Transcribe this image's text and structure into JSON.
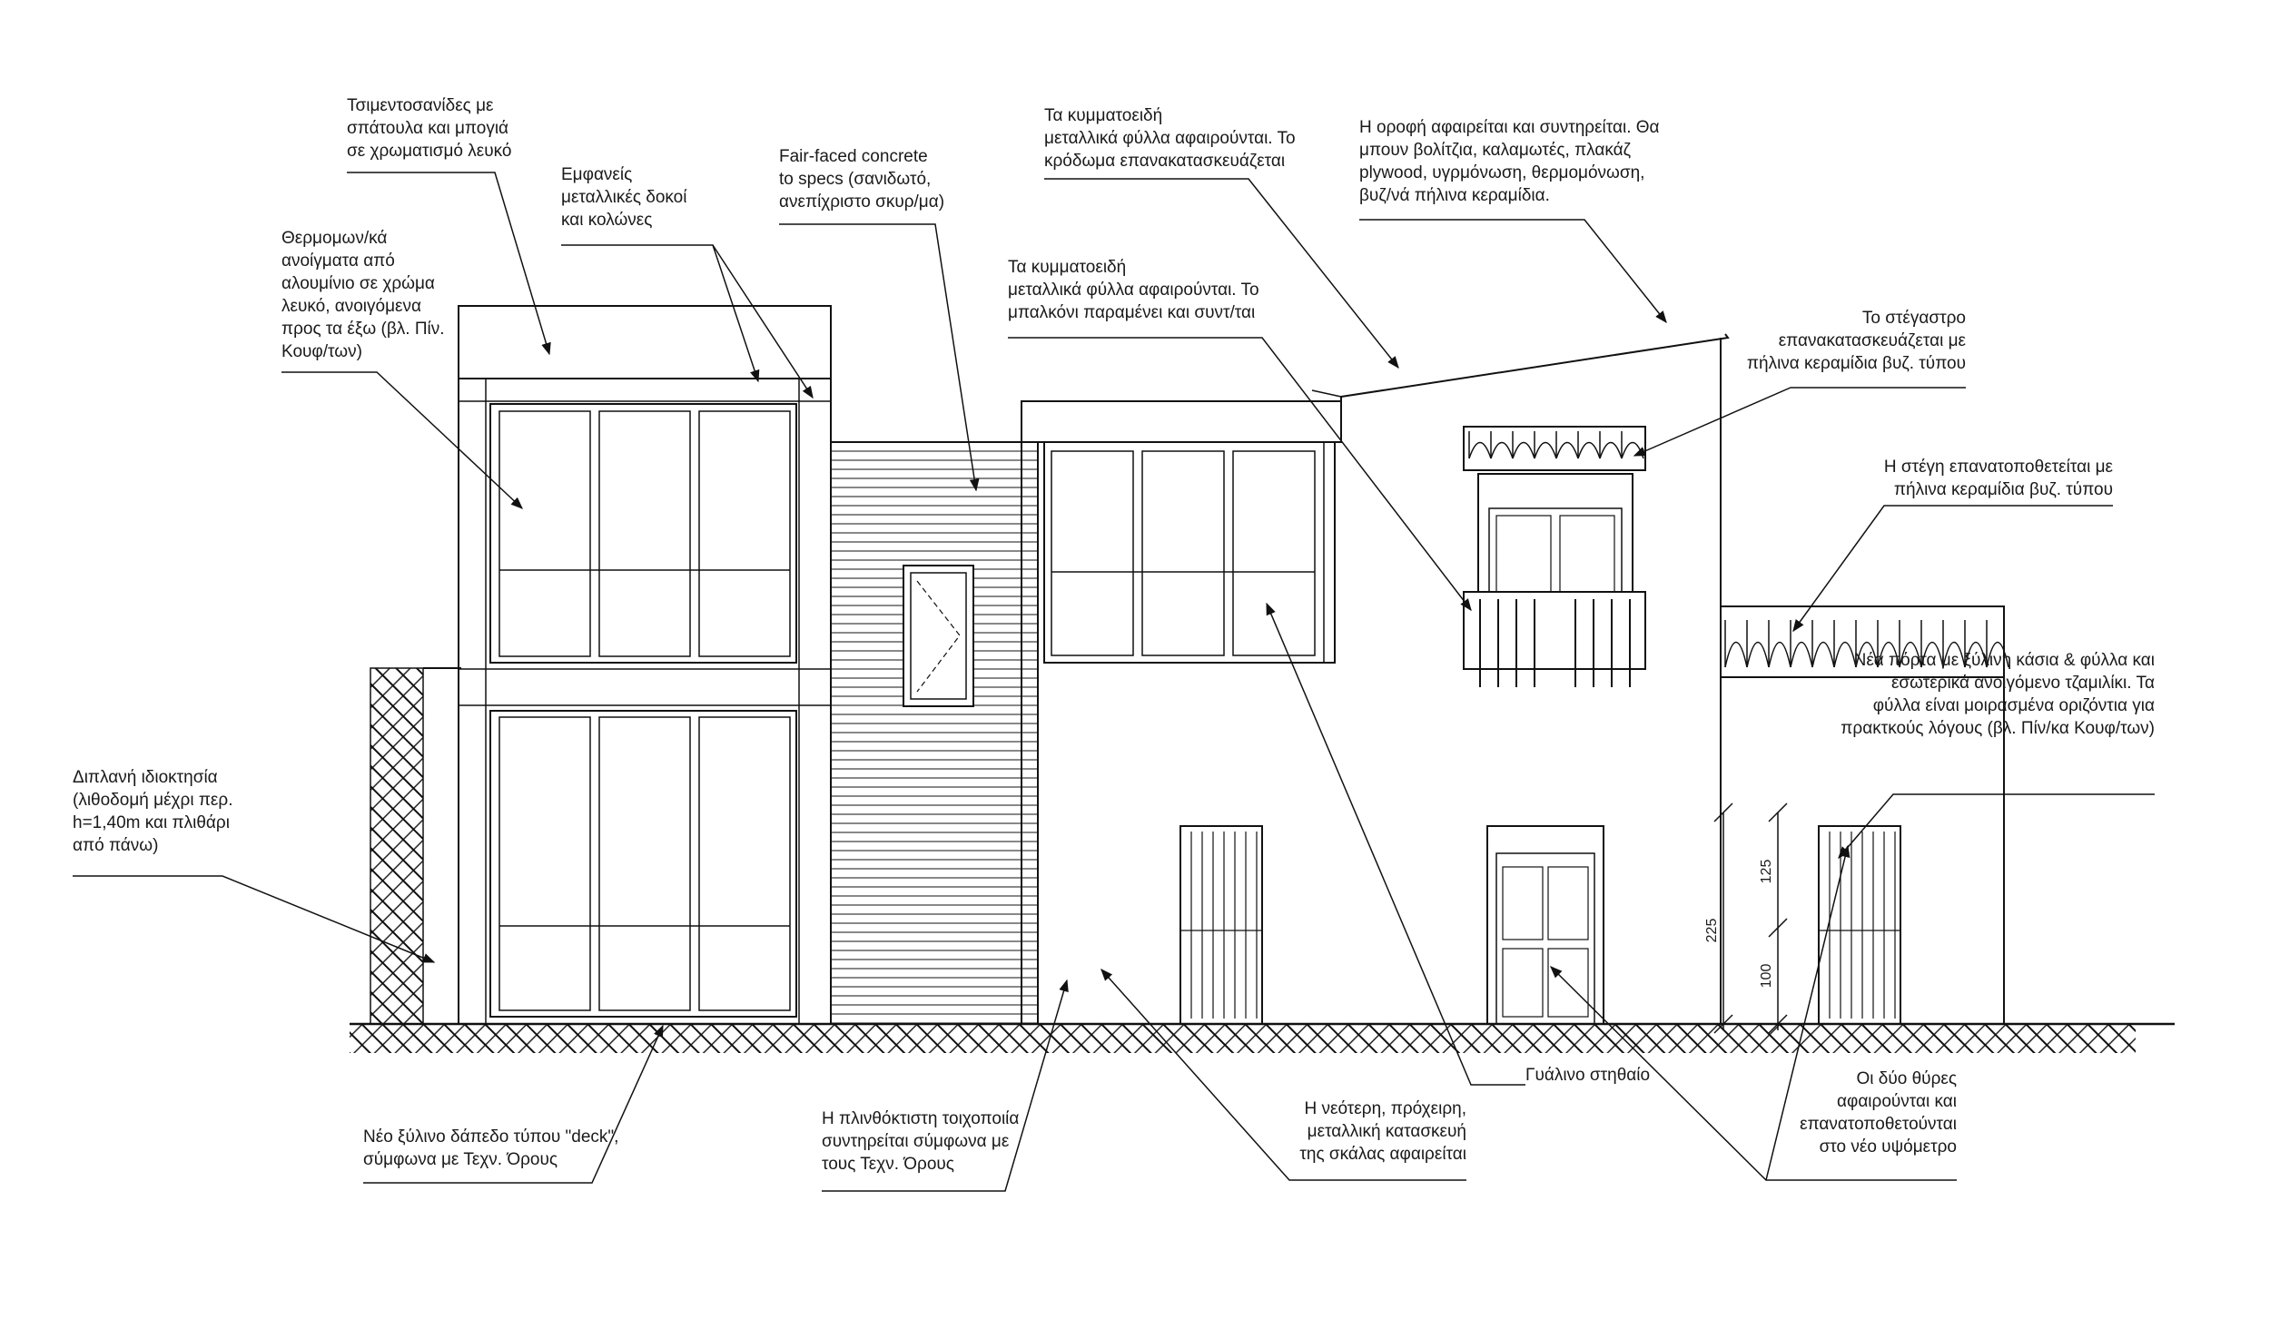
{
  "labels": {
    "cement_boards": [
      "Τσιμεντοσανίδες με",
      "σπάτουλα και μπογιά",
      "σε χρωματισμό λευκό"
    ],
    "steel_beams": [
      "Εμφανείς",
      "μεταλλικές δοκοί",
      "και κολώνες"
    ],
    "fair_faced_concrete": [
      "Fair-faced concrete",
      "to specs (σανιδωτό,",
      "ανεπίχριστο σκυρ/μα)"
    ],
    "corrugated_sheets_frame": [
      "Τα κυμματοειδή",
      "μεταλλικά φύλλα  αφαιρούνται. Το",
      "κρόδωμα επανακατασκευάζεται"
    ],
    "roof_removed": [
      "Η οροφή αφαιρείται και συντηρείται. Θα",
      "μπουν βολίτζια, καλαμωτές, πλακάζ",
      "plywood, υγρμόνωση, θερμομόνωση,",
      "βυζ/νά πήλινα κεραμίδια."
    ],
    "thermal_openings": [
      "Θερμομων/κά",
      "ανοίγματα από",
      "αλουμίνιο σε χρώμα",
      "λευκό, ανοιγόμενα",
      "προς τα έξω (βλ. Πίν.",
      "Κουφ/των)"
    ],
    "corrugated_sheets_balcony": [
      "Τα κυμματοειδή",
      "μεταλλικά φύλλα αφαιρούνται. Το",
      "μπαλκόνι παραμένει και συντ/ται"
    ],
    "canopy": [
      "Το στέγαστρο",
      "επανακατασκευάζεται με",
      "πήλινα κεραμίδια βυζ. τύπου"
    ],
    "roof_reinstalled": [
      "Η στέγη επανατοποθετείται με",
      "πήλινα κεραμίδια βυζ. τύπου"
    ],
    "new_door": [
      "Νέα πόρτα με ξύλινη κάσια & φύλλα και",
      "εσωτερικά ανοιγόμενο τζαμιλίκι. Τα",
      "φύλλα είναι μοιρασμένα οριζόντια για",
      "πρακτκούς λόγους (βλ. Πίν/κα Κουφ/των)"
    ],
    "neighbor_property": [
      "Διπλανή ιδιοκτησία",
      "(λιθοδομή μέχρι περ.",
      "h=1,40m και πλιθάρι",
      "από πάνω)"
    ],
    "wooden_deck": [
      "Νέο ξύλινο δάπεδο τύπου \"deck\",",
      "σύμφωνα με Τεχν. Όρους"
    ],
    "adobe_wall": [
      "Η πλινθόκτιστη τοιχοποιία",
      "συντηρείται σύμφωνα με",
      "τους Τεχν. Όρους"
    ],
    "metal_staircase": [
      "Η νεότερη, πρόχειρη,",
      "μεταλλική κατασκευή",
      "της σκάλας αφαιρείται"
    ],
    "glass_parapet": [
      "Γυάλινο στηθαίο"
    ],
    "two_doors": [
      "Οι δύο θύρες",
      "αφαιρούνται και",
      "επανατοποθετούνται",
      "στο νέο υψόμετρο"
    ]
  },
  "dimensions": {
    "total_height": "225",
    "upper_part": "125",
    "lower_part": "100"
  }
}
